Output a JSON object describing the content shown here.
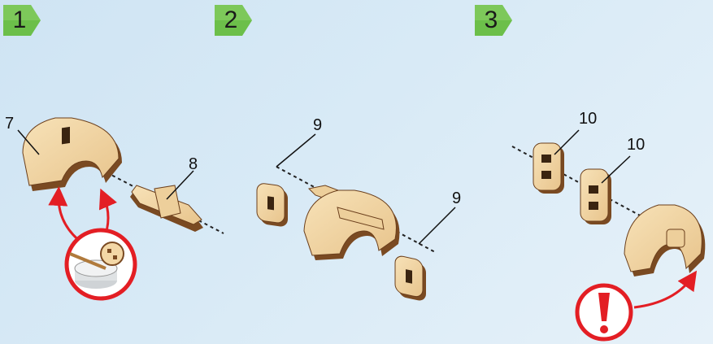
{
  "steps": [
    {
      "number": "1"
    },
    {
      "number": "2"
    },
    {
      "number": "3"
    }
  ],
  "part_labels": {
    "step1_left": "7",
    "step1_right": "8",
    "step2_top": "9",
    "step2_bottom": "9",
    "step3_first": "10",
    "step3_second": "10"
  },
  "colors": {
    "badge_green": "#6cbf4a",
    "wood_face": "#f3d7a6",
    "wood_edge": "#7a4a22",
    "arrow_red": "#e31e24"
  },
  "icons": [
    "glue-pot-icon",
    "warning-exclamation-icon"
  ]
}
